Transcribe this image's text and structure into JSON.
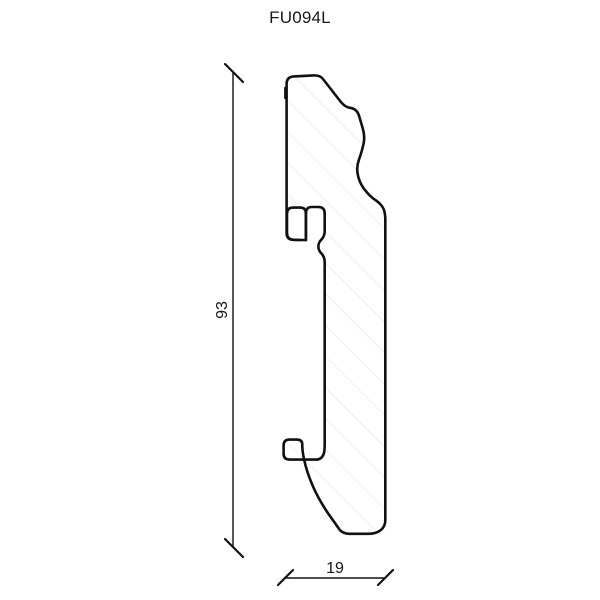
{
  "drawing": {
    "title": "FU094L",
    "type": "technical-profile-cross-section",
    "description": "Skirting board / moulding profile cross-section with hatched fill",
    "colors": {
      "outline": "#111111",
      "hatch": "#d8d8d8",
      "dimension_line": "#111111",
      "text": "#181818",
      "background": "#ffffff"
    },
    "dimensions": {
      "height": {
        "label": "93",
        "orientation": "vertical",
        "unit_implied": "mm"
      },
      "width": {
        "label": "19",
        "orientation": "horizontal",
        "unit_implied": "mm"
      }
    }
  }
}
